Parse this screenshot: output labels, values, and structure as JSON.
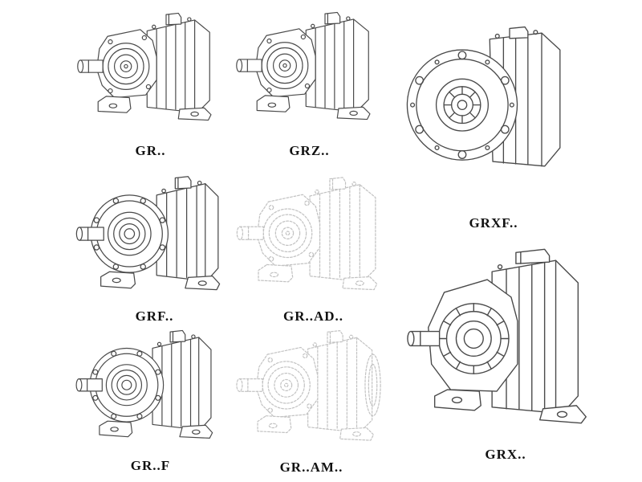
{
  "page": {
    "kind": "gearbox-catalog-line-drawings"
  },
  "colors": {
    "background": "#ffffff",
    "line": "#4a4a4a",
    "faded_line": "#c3c3c3",
    "label_text": "#111111"
  },
  "figures": [
    {
      "id": "gr",
      "label": "GR..",
      "variant": "foot-mounted-helical-gearbox",
      "faded": false
    },
    {
      "id": "grz",
      "label": "GRZ..",
      "variant": "foot-mounted-helical-gearbox",
      "faded": false
    },
    {
      "id": "grxf",
      "label": "GRXF..",
      "variant": "round-flange-mounted-gearbox",
      "faded": false
    },
    {
      "id": "grf",
      "label": "GRF..",
      "variant": "flange-mounted-helical-gearbox",
      "faded": false
    },
    {
      "id": "grad",
      "label": "GR..AD..",
      "variant": "gearbox-with-input-adapter",
      "faded": true
    },
    {
      "id": "grx",
      "label": "GRX..",
      "variant": "large-foot-mounted-gearbox",
      "faded": false
    },
    {
      "id": "grff",
      "label": "GR..F",
      "variant": "flange-mounted-helical-gearbox",
      "faded": false
    },
    {
      "id": "gram",
      "label": "GR..AM..",
      "variant": "gearbox-with-motor-flange",
      "faded": true
    }
  ]
}
